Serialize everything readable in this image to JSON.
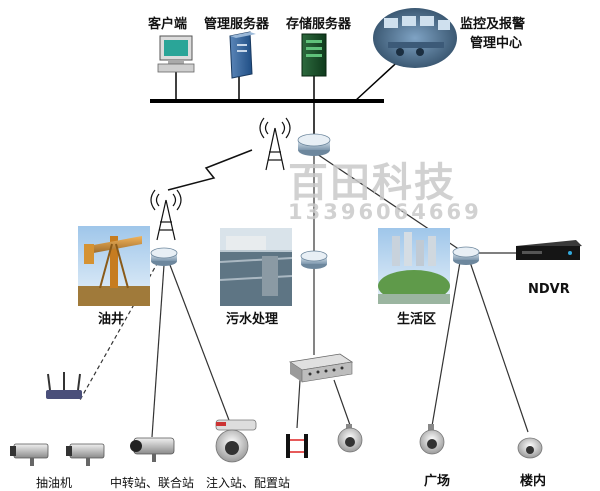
{
  "servers": {
    "client": "客户端",
    "mgmt_server": "管理服务器",
    "storage_server": "存储服务器",
    "monitor_center_line1": "监控及报警",
    "monitor_center_line2": "管理中心"
  },
  "sites": {
    "oil_well": "油井",
    "sewage": "污水处理",
    "living_area": "生活区"
  },
  "nvr": "NDVR",
  "endpoints": {
    "pump_unit": "抽油机",
    "transfer_station": "中转站、联合站",
    "injection_station": "注入站、配置站",
    "square": "广场",
    "building": "楼内"
  },
  "watermark": {
    "name": "百田科技",
    "phone": "13396064669"
  }
}
